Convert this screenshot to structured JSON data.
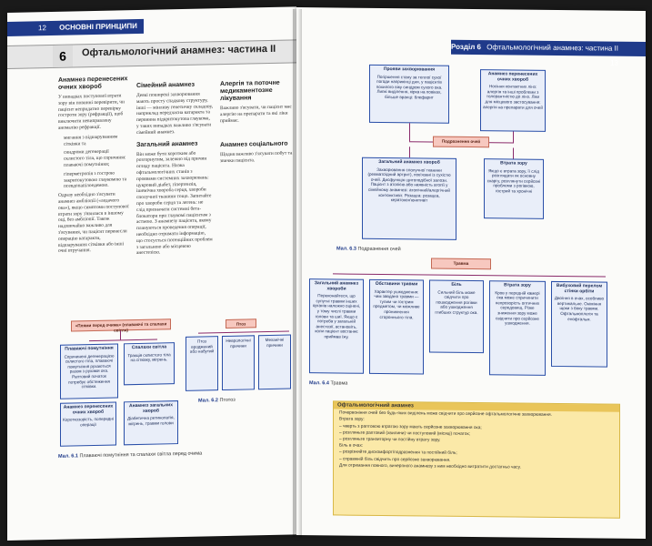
{
  "left": {
    "page_no": "12",
    "running_head": "ОСНОВНІ ПРИНЦИПИ",
    "chapter_no": "6",
    "chapter_title": "Офтальмологічний анамнез: частина II",
    "col1": {
      "heading": "Анамнез перенесених очних хвороб",
      "p1": "У випадках поступової втрати зору він повинні перевірити, чи пацієнт непридатно перевірку гостроти зору (рефракції), щоб виключити невиправлену аномалію рефракції.",
      "bullets": [
        "мигання з відшаруванням сітківки та",
        "синдроми дегенерації склистого тіла, що спричиняє плаваючі помутніння;",
        "гіперметропія з гострою закритокутовою глаукомою та псевдопапілоедемою."
      ],
      "p2": "Одразу необхідно з'ясувати анамнез амбліопії («ледачого ока»), якщо симптоми поступової втрати зору з'явилися в іншому оці, без амбліопії. Також надзвичайно важливо для з'ясування, чи пацієнт перенесли операцію катаракти, відшарування сітківки або інші очні втручання."
    },
    "col2": {
      "h1": "Сімейний анамнез",
      "p1": "Деякі поширені захворювання мають просту спадкову структуру, інші — мінливу генетичну складову, наприклад передчасна катаракта та первинна відкритокутова глаукома, у таких випадках важливо з'ясувати сімейний анамнез.",
      "h2": "Загальний анамнез",
      "p2": "Він може бути коротким або розгорнутим, залежно від причин огляду пацієнта. Низка офтальмологічних станів з проявами системних захворювань: цукровий діабет, гіпертензія, ішемічна хвороба серця, хвороби сполучної тканини тощо. Запитайте про хвороби серця та легень: не слід призначати системні бета-блокатори при глаукомі пацієнтам з астмою. З анамнезу пацієнта, якому плануються проведення операції, необхідно отримати інформацію, що стосується потенційних проблем з загальною або місцевою анестезією."
    },
    "col3": {
      "h1": "Алергія та поточне медикаментозне лікування",
      "p1": "Важливо з'ясувати, чи пацієнт має алергію на препарати та які ліки приймає.",
      "h2": "Анамнез соціального",
      "p2": "Щодня важливо з'ясувати побут та звички пацієнта."
    },
    "diagram": {
      "top_box": "«Плями перед очима» (плаваючі та спалахи світла)",
      "b1_title": "Плаваючі помутніння",
      "b1_body": "Спричинені дегенерацією склистого тіла, плаваючі помутніння рухаються разом з рухами ока. Раптовий початок потребує обстеження сітківки.",
      "b2_title": "Спалахи світла",
      "b2_body": "Тракція склистого тіла на сітківку, мігрень.",
      "b3_title": "Анамнез перенесених очних хвороб",
      "b3_body": "Короткозорість, попередні операції",
      "b4_title": "Анамнез загальних хвороб",
      "b4_body": "Діабетична ретинопатія, мігрень, травми голови",
      "caption_label": "Мал. 6.1",
      "caption_text": "Плаваючі помутніння та спалахи світла перед очима",
      "ptosis_top": "Птоз",
      "p_b1": "Птоз вроджений або набутий",
      "p_b2": "Неврологічні причини",
      "p_b3": "Механічні причини",
      "caption2_label": "Мал. 6.2",
      "caption2_text": "Птотоз"
    }
  },
  "right": {
    "page_no": "13",
    "running_head": "Розділ 6",
    "running_title": "Офтальмологічний анамнез: частина II",
    "d1": {
      "top_left_title": "Прояви захворювання",
      "top_left_body": "Погіршення стану за теплої сухої погоди наприкінці дня, у пацієнтів похилого віку синдром сухого ока. Липкі виділення, кірка на повіках, більше вранці: блефарит",
      "top_right_title": "Анамнез перенесених очних хвороб",
      "top_right_body": "Носіння контактних лінз: алергія та інші проблеми з толерантністю до лінз. Ліки для місцевого застосування: алергія на препарати для очей",
      "center": "Подразнення очей",
      "bl_title": "Загальний анамнез хвороб",
      "bl_body": "Захворювання сполучної тканини (ревматоїдний артрит), пов'язані із сухістю очей. Дисфункція щитоподібної залози. Пацієнт з атопією або наявність атопії у сімейному анамнезі: атопічний/алергічний кон'юнктивіт. Розацеа: розацеа, кератокон'юнктивіт",
      "br_title": "Втрата зору",
      "br_body": "Якщо є втрата зору, її слід розглядати як основну скаргу, розглянути серйозні проблеми з рогівкою, гострий та хронічні",
      "caption_label": "Мал. 6.3",
      "caption_text": "Подразнення очей"
    },
    "d2": {
      "center": "Травма",
      "c1_title": "Загальний анамнез хвороби",
      "c1_body": "Переконайтеся, що супутні травми інших органів належно оцінені, у тому числі травми голови та шиї. Якщо є потреба у загальній анестезії, встановіть, коли пацієнт востаннє приймав їжу.",
      "c2_title": "Обставини травми",
      "c2_body": "Характер ушкодження: чим завдано травми — тупим чи гострим предметом, чи можливе проникнення стороннього тіла.",
      "c3_title": "Біль",
      "c3_body": "Сильний біль може свідчити про пошкодження рогівки або ушкодження глибших структур ока.",
      "c4_title": "Втрата зору",
      "c4_body": "Кров у передній камері ока може спричинити непрозорість оптичних середовищ. Різке зниження зору може свідчити про серйозне ушкодження.",
      "c5_title": "Вибуховий перелом стінки орбіти",
      "c5_body": "Двоїння в очах, особливо вертикальне. Оніміння щоки з боку травми. Офтальмоплегія та енофтальм.",
      "caption_label": "Мал. 6.4",
      "caption_text": "Травма"
    },
    "yellow": {
      "title": "Офтальмологічний анамнез",
      "lines": [
        "Почервоніння очей без будь-яких виділень може свідчити про серйозне офтальмологічне захворювання.",
        "Втрата зору:",
        "– чверть з раптовою втратою зору мають серйозне захворювання ока;",
        "– розгляньте раптовий (хвилини) чи поступовий (місяці) початок;",
        "– розгляньте транзиторну чи постійну втрату зору.",
        "Біль в очах:",
        "– розрізняйте дискомфорт/подразнення та постійний біль;",
        "– справжній біль свідчить про серйозне захворювання.",
        "Для отримання повного, вичерпного анамнезу з ним необхідно витратити достатньо часу."
      ]
    }
  }
}
